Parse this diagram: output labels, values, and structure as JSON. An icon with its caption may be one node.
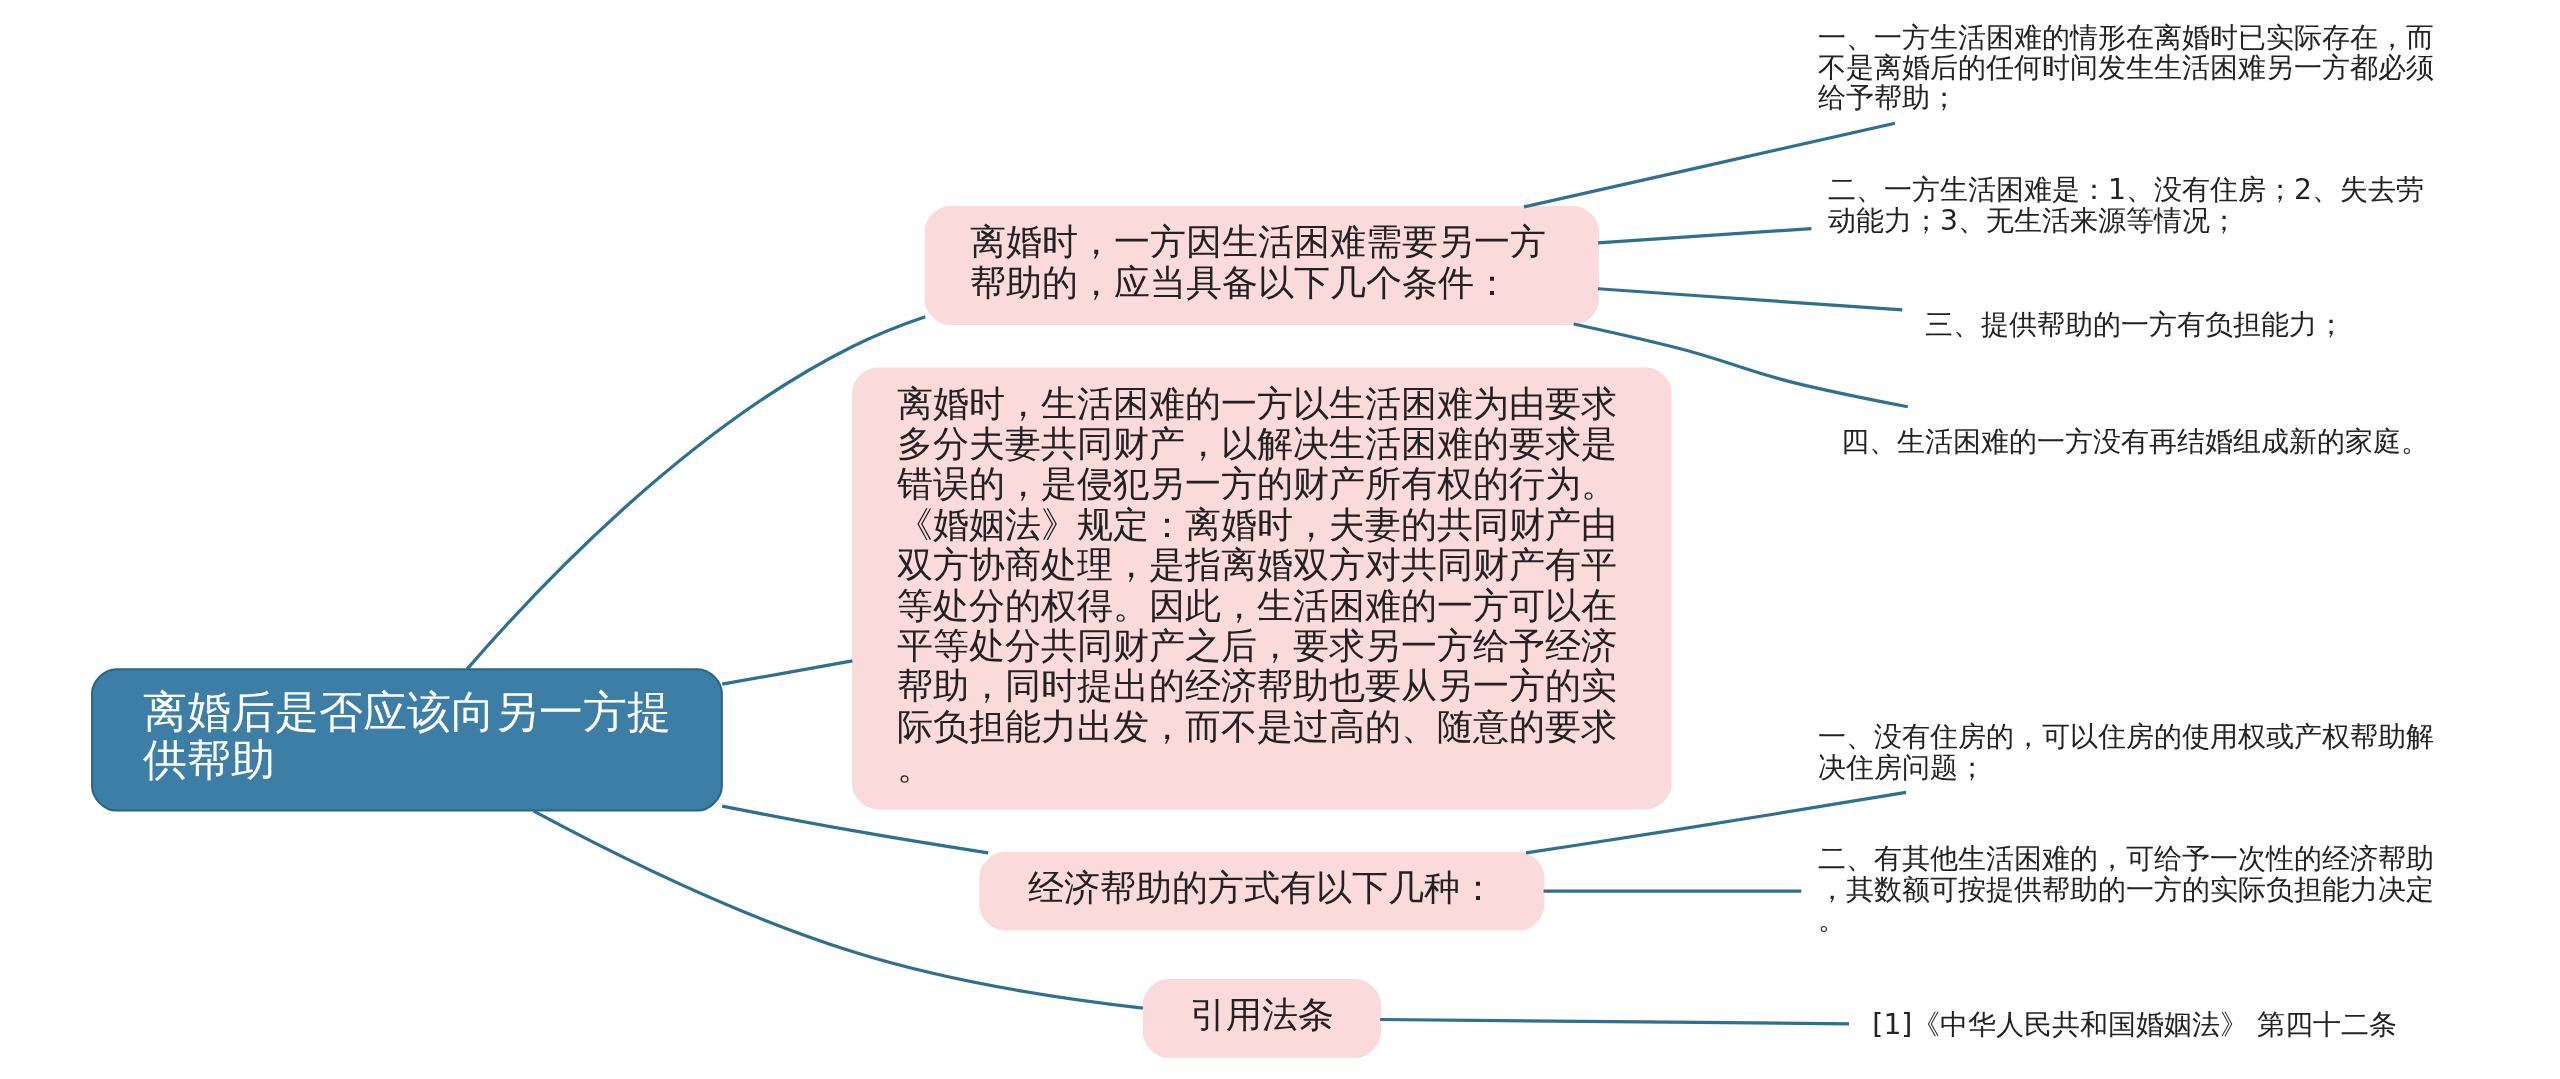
{
  "diagram": {
    "nodes": [
      {
        "text": [
          "离婚后是否应该向另一方提供帮助"
        ]
      },
      {
        "text": [
          "离婚时，一方因生活困难需要另一方帮助的，应当具备以下几个条件："
        ]
      },
      {
        "text": [
          "一、一方生活困难的情形在离婚时已实际存在，而不是离婚后的任何时间发生生活困难另一方都必须给予帮助；"
        ]
      },
      {
        "text": [
          "二、一方生活困难是：1、没有住房；2、失去劳动能力；3、无生活来源等情况；"
        ]
      },
      {
        "text": [
          "三、提供帮助的一方有负担能力；"
        ]
      },
      {
        "text": [
          "四、生活困难的一方没有再结婚组成新的家庭。"
        ]
      },
      {
        "text": [
          "离婚时，生活困难的一方以生活困难为由要求多分夫妻共同财产，以解决生活困难的要求是错误的，是侵犯另一方的财产所有权的行为。《婚姻法》规定：离婚时，夫妻的共同财产由双方协商处理，是指离婚双方对共同财产有平等处分的权得。因此，生活困难的一方可以在平等处分共同财产之后，要求另一方给予经济帮助，同时提出的经济帮助也要从另一方的实际负担能力出发，而不是过高的、随意的要求。"
        ]
      },
      {
        "text": [
          "经济帮助的方式有以下几种："
        ]
      },
      {
        "text": [
          "一、没有住房的，可以住房的使用权或产权帮助解决住房问题；"
        ]
      },
      {
        "text": [
          "二、有其他生活困难的，可给予一次性的经济帮助，其数额可按提供帮助的一方的实际负担能力决定。"
        ]
      },
      {
        "text": [
          "引用法条"
        ]
      },
      {
        "text": [
          "[1]《中华人民共和国婚姻法》 第四十二条"
        ]
      }
    ],
    "edges": [
      {
        "from": 0,
        "to": 1,
        "arrow": "none"
      },
      {
        "from": 1,
        "to": 2,
        "arrow": "none"
      },
      {
        "from": 1,
        "to": 3,
        "arrow": "none"
      },
      {
        "from": 1,
        "to": 4,
        "arrow": "none"
      },
      {
        "from": 1,
        "to": 5,
        "arrow": "none"
      },
      {
        "from": 0,
        "to": 6,
        "arrow": "none"
      },
      {
        "from": 0,
        "to": 7,
        "arrow": "none"
      },
      {
        "from": 7,
        "to": 8,
        "arrow": "none"
      },
      {
        "from": 7,
        "to": 9,
        "arrow": "none"
      },
      {
        "from": 0,
        "to": 10,
        "arrow": "none"
      },
      {
        "from": 10,
        "to": 11,
        "arrow": "none"
      }
    ]
  }
}
